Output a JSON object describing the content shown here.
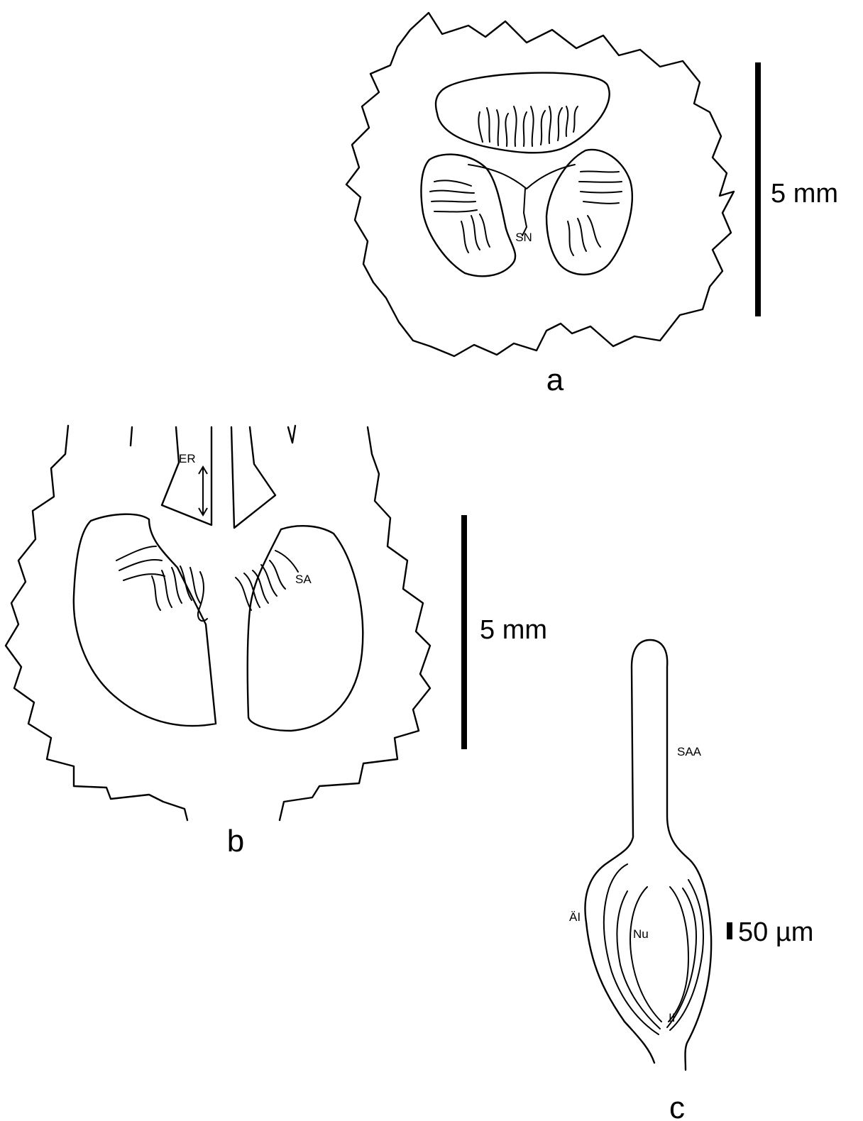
{
  "panels": {
    "a": {
      "letter": "a",
      "scale_label": "5 mm",
      "labels": {
        "sn": "SN"
      }
    },
    "b": {
      "letter": "b",
      "scale_label": "5 mm",
      "labels": {
        "er": "ER",
        "sa": "SA"
      }
    },
    "c": {
      "letter": "c",
      "scale_label": "50 µm",
      "labels": {
        "saa": "SAA",
        "ai": "ÄI",
        "nu": "Nu",
        "ii": "II"
      }
    }
  }
}
